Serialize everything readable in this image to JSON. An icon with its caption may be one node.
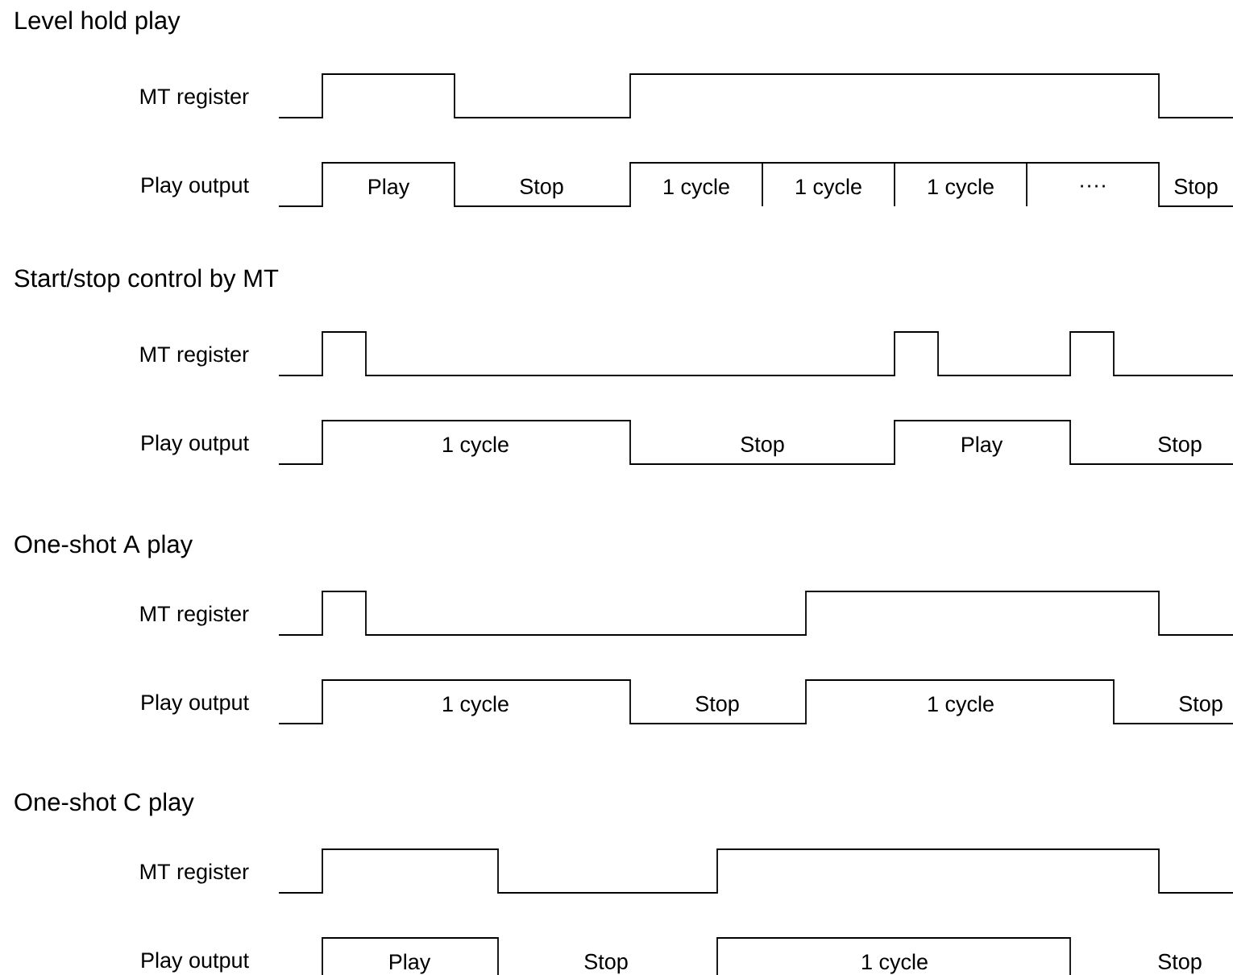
{
  "diagram": {
    "labels": [
      "Level hold play",
      "MT register",
      "Play output",
      "Play",
      "Stop",
      "1 cycle",
      "1 cycle",
      "1 cycle",
      "····",
      "Stop",
      "Start/stop control by MT",
      "MT register",
      "Play output",
      "1 cycle",
      "Stop",
      "Play",
      "Stop",
      "One-shot A play",
      "MT register",
      "Play output",
      "1 cycle",
      "Stop",
      "1 cycle",
      "Stop",
      "One-shot C play",
      "MT register",
      "Play output",
      "Play",
      "Stop",
      "1 cycle",
      "Stop"
    ]
  }
}
